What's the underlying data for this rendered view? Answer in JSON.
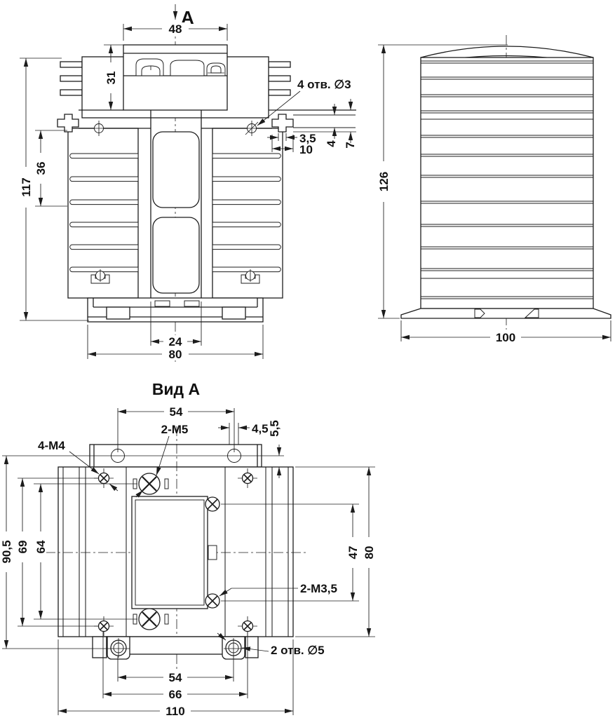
{
  "drawing": {
    "front": {
      "view_label": "A",
      "dim_width_top": "48",
      "dim_block_height": "31",
      "dim_total_height": "117",
      "dim_fin_section": "36",
      "dim_channel": "24",
      "dim_base_width": "80",
      "holes_note": "4 отв. ∅3",
      "tab_dim_35": "3,5",
      "tab_dim_10": "10",
      "tab_dim_4": "4",
      "tab_dim_7": "7"
    },
    "side": {
      "dim_height": "126",
      "dim_base_width": "100"
    },
    "bottom": {
      "title": "Вид А",
      "dim_top_span": "54",
      "dim_hole_offset": "4,5",
      "dim_edge_offset": "5,5",
      "label_m5": "2-М5",
      "label_m4": "4-М4",
      "label_m35": "2-М3,5",
      "dim_overall_height": "90,5",
      "dim_screw_outer": "69",
      "dim_screw_inner": "64",
      "dim_m35_span": "47",
      "dim_body_height": "80",
      "holes_note": "2 отв. ∅5",
      "dim_clip_span": "54",
      "dim_screw_span": "66",
      "dim_overall_width": "110"
    }
  }
}
